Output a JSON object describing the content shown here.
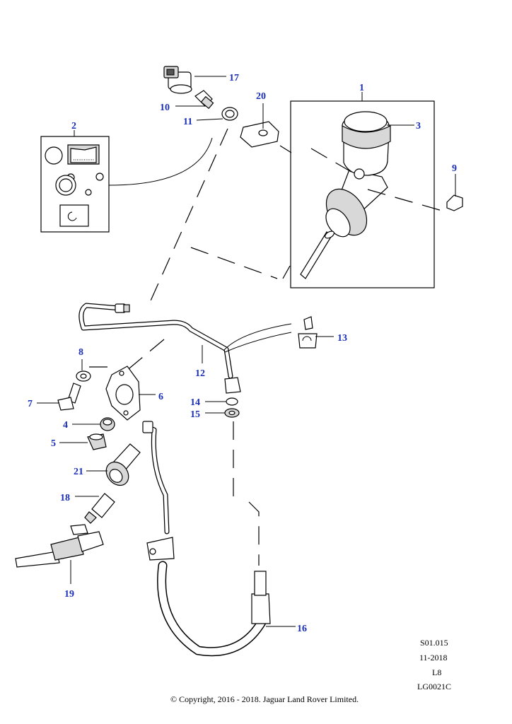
{
  "callouts": [
    "1",
    "2",
    "3",
    "4",
    "5",
    "6",
    "7",
    "8",
    "9",
    "10",
    "11",
    "12",
    "13",
    "14",
    "15",
    "16",
    "17",
    "18",
    "19",
    "20",
    "21"
  ],
  "footer": {
    "code": "S01.015",
    "date": "11-2018",
    "level": "L8",
    "ref": "LG0021C",
    "copyright": "© Copyright, 2016 - 2018. Jaguar Land Rover Limited."
  },
  "colors": {
    "callout": "#1a2fb5",
    "line": "#000000",
    "background": "#ffffff"
  }
}
